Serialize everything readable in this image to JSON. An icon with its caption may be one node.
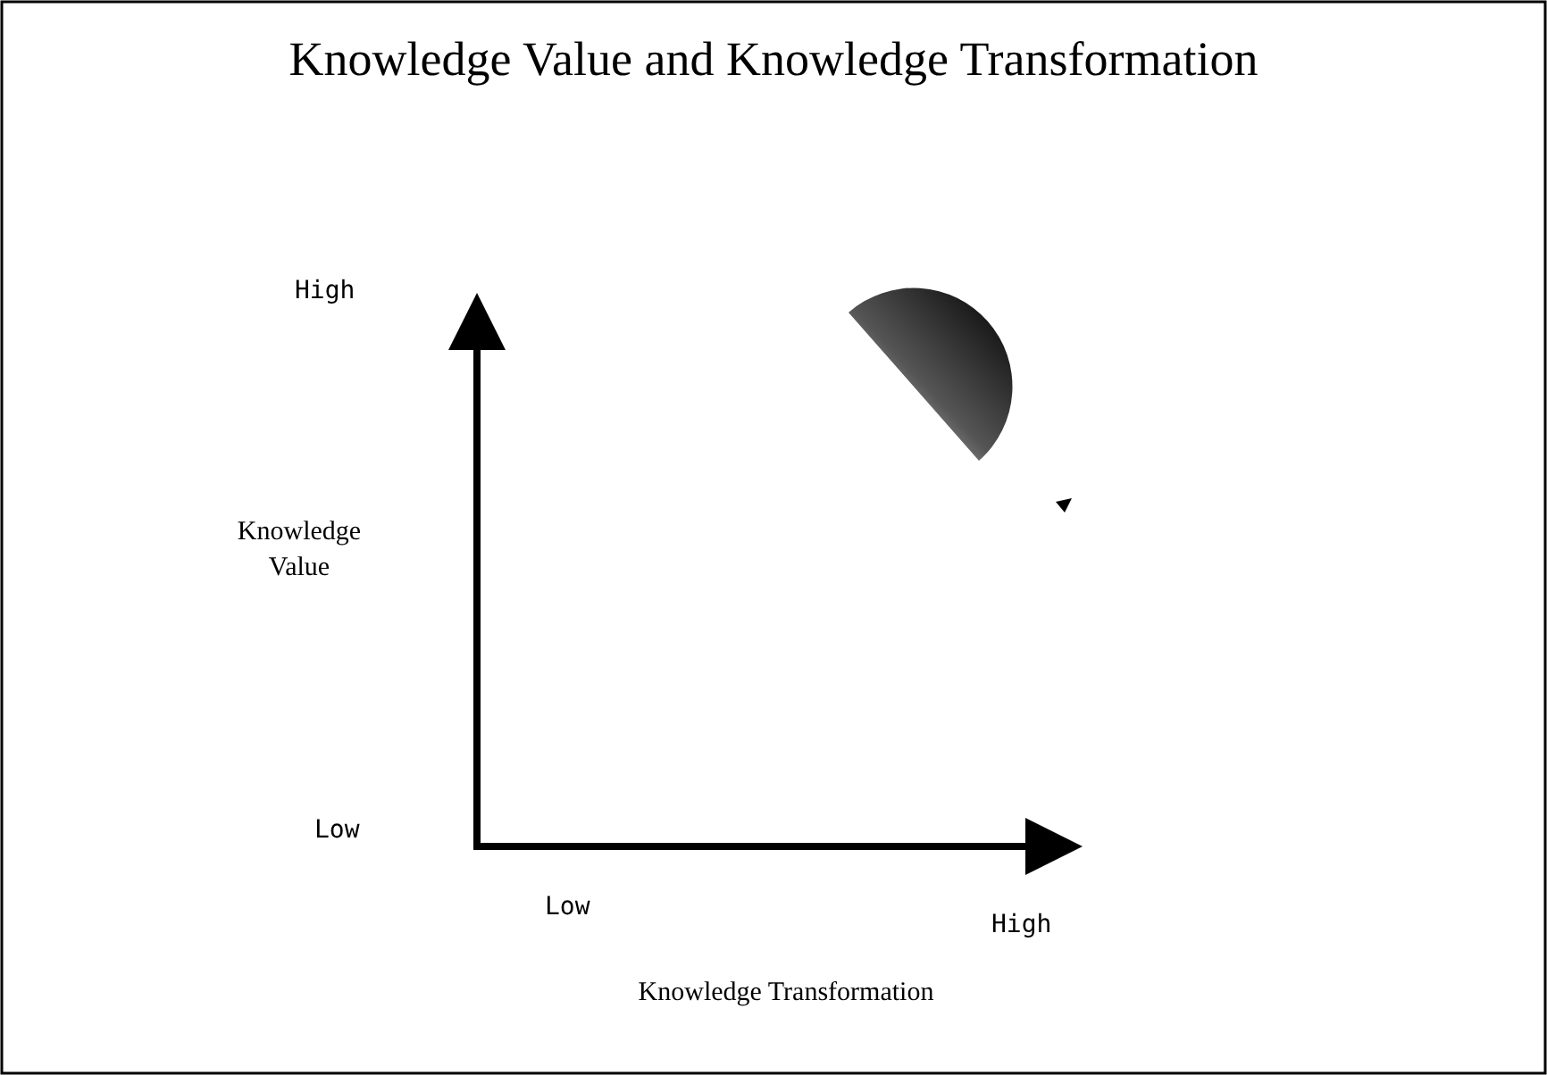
{
  "diagram": {
    "title": "Knowledge Value and Knowledge Transformation",
    "labels": [
      "High",
      "Knowledge Value",
      "Low",
      "Low",
      "High",
      "Knowledge Transformation"
    ]
  }
}
